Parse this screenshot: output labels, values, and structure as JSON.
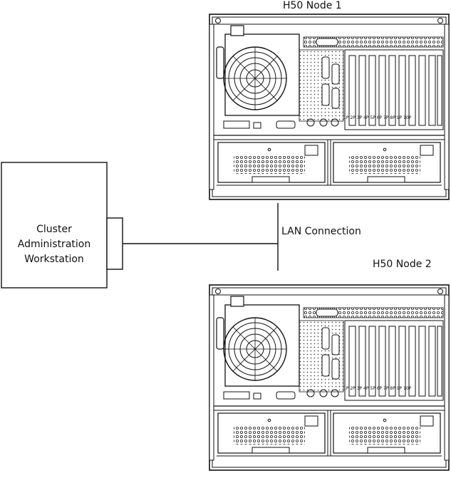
{
  "diagram": {
    "workstation": {
      "label_lines": [
        "Cluster",
        "Administration",
        "Workstation"
      ]
    },
    "connection": {
      "label": "LAN Connection"
    },
    "nodes": [
      {
        "label": "H50 Node 1"
      },
      {
        "label": "H50 Node 2"
      }
    ],
    "server": {
      "slot_labels": [
        "1P",
        "2P",
        "3P",
        "4P",
        "5P",
        "6P",
        "7P",
        "8P",
        "9P",
        "10P"
      ]
    }
  }
}
